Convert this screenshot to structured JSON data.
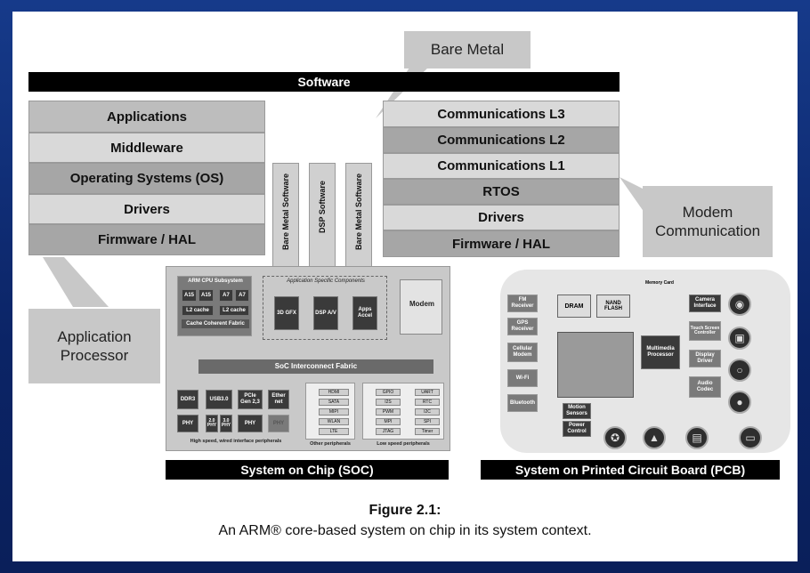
{
  "diagram": {
    "bare_metal_callout": "Bare Metal",
    "software_bar": "Software",
    "app_stack": [
      "Applications",
      "Middleware",
      "Operating Systems (OS)",
      "Drivers",
      "Firmware / HAL"
    ],
    "comm_stack": [
      "Communications L3",
      "Communications L2",
      "Communications L1",
      "RTOS",
      "Drivers",
      "Firmware / HAL"
    ],
    "modem_callout": "Modem Communication",
    "app_processor_callout": "Application Processor",
    "vertical_software": [
      "Bare Metal Software",
      "DSP Software",
      "Bare Metal Software"
    ],
    "soc": {
      "cpu_subsystem": "ARM CPU Subsystem",
      "cpu_cores_a": [
        "A15",
        "A15"
      ],
      "cpu_cores_b": [
        "A7",
        "A7"
      ],
      "l2_a": "L2 cache",
      "l2_b": "L2 cache",
      "cache_fabric": "Cache Coherent Fabric",
      "asc_label": "Application Specific Components",
      "asc_blocks": [
        "3D GFX",
        "DSP A/V",
        "Apps Accel"
      ],
      "modem": "Modem",
      "interconnect": "SoC Interconnect Fabric",
      "hs_blocks": [
        "DDR3",
        "USB3.0",
        "PCIe Gen 2,3",
        "Ether net"
      ],
      "hs_phy": [
        "PHY",
        "2.0 PHY",
        "3.0 PHY",
        "PHY",
        "PHY"
      ],
      "hs_caption": "High speed, wired interface peripherals",
      "other_items": [
        "HDMI",
        "SATA",
        "MIPI",
        "WLAN",
        "LTE"
      ],
      "other_caption": "Other peripherals",
      "low_left": [
        "GPIO",
        "I2S",
        "PWM",
        "MPI",
        "JTAG"
      ],
      "low_right": [
        "UART",
        "RTC",
        "I2C",
        "SPI",
        "Timer"
      ],
      "low_caption": "Low speed peripherals"
    },
    "pcb": {
      "left_blocks": [
        "FM Receiver",
        "GPS Receiver",
        "Cellular Modem",
        "Wi-Fi",
        "Bluetooth"
      ],
      "dram": "DRAM",
      "nand": "NAND FLASH",
      "memory_card": "Memory Card",
      "camera_if": "Camera Interface",
      "touch_ctrl": "Touch Screen Controller",
      "mm_proc": "Multimedia Processor",
      "display_driver": "Display Driver",
      "audio_codec": "Audio Codec",
      "motion": "Motion Sensors",
      "power": "Power Control",
      "icons": [
        "camera-icon",
        "image-icon",
        "headphones-icon",
        "microphone-icon",
        "joystick-icon",
        "video-camera-icon",
        "laptop-icon",
        "monitor-icon"
      ]
    },
    "soc_bar": "System on Chip (SOC)",
    "pcb_bar": "System on Printed Circuit Board (PCB)",
    "figure_label": "Figure 2.1:",
    "figure_caption": "An ARM® core-based system on chip in its system context."
  }
}
